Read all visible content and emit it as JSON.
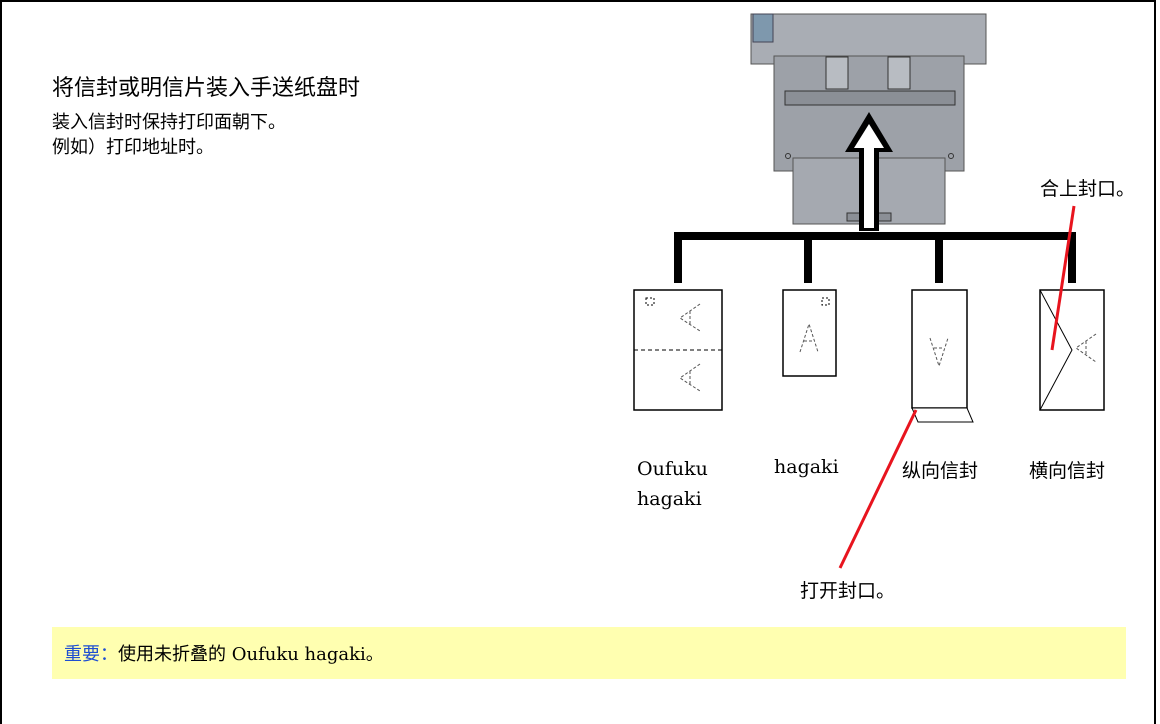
{
  "heading": "将信封或明信片装入手送纸盘时",
  "instructions": [
    "装入信封时保持打印面朝下。",
    "例如）打印地址时。"
  ],
  "paper_types": [
    {
      "label_lines": [
        "Oufuku",
        "hagaki"
      ]
    },
    {
      "label_lines": [
        "hagaki"
      ]
    },
    {
      "label_lines": [
        "纵向信封"
      ]
    },
    {
      "label_lines": [
        "横向信封"
      ]
    }
  ],
  "callouts": {
    "close_flap": "合上封口。",
    "open_flap": "打开封口。"
  },
  "important_note": {
    "keyword": "重要：",
    "text": "使用未折叠的 Oufuku hagaki。"
  },
  "colors": {
    "callout_line": "#e8141e",
    "note_background": "#ffffb0",
    "note_keyword": "#1f4fd1"
  }
}
